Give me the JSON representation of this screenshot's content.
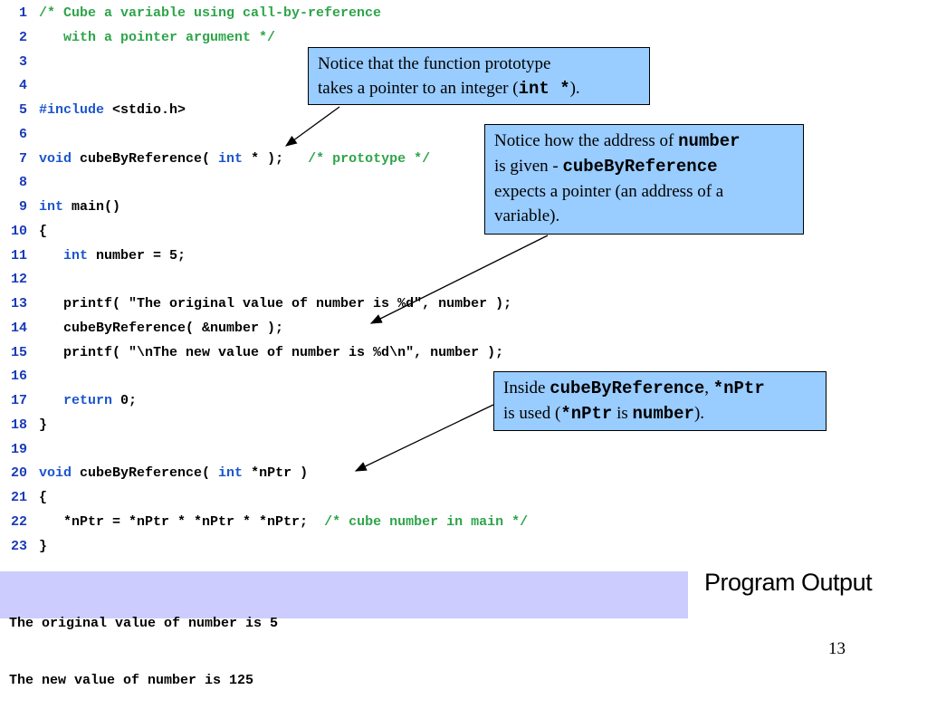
{
  "code_lines": [
    {
      "num": "1",
      "parts": [
        {
          "t": "/* Cube a variable using call-by-reference",
          "c": "cm"
        }
      ]
    },
    {
      "num": "2",
      "parts": [
        {
          "t": "   with a pointer argument */",
          "c": "cm"
        }
      ]
    },
    {
      "num": "3",
      "parts": []
    },
    {
      "num": "4",
      "parts": []
    },
    {
      "num": "5",
      "parts": [
        {
          "t": "#include",
          "c": "kw"
        },
        {
          "t": " <stdio.h>",
          "c": ""
        }
      ]
    },
    {
      "num": "6",
      "parts": []
    },
    {
      "num": "7",
      "parts": [
        {
          "t": "void",
          "c": "kw"
        },
        {
          "t": " cubeByReference( ",
          "c": ""
        },
        {
          "t": "int",
          "c": "kw"
        },
        {
          "t": " * );   ",
          "c": ""
        },
        {
          "t": "/* prototype */",
          "c": "cm"
        }
      ]
    },
    {
      "num": "8",
      "parts": []
    },
    {
      "num": "9",
      "parts": [
        {
          "t": "int",
          "c": "kw"
        },
        {
          "t": " main()",
          "c": ""
        }
      ]
    },
    {
      "num": "10",
      "parts": [
        {
          "t": "{",
          "c": ""
        }
      ]
    },
    {
      "num": "11",
      "parts": [
        {
          "t": "   ",
          "c": ""
        },
        {
          "t": "int",
          "c": "kw"
        },
        {
          "t": " number = 5;",
          "c": ""
        }
      ]
    },
    {
      "num": "12",
      "parts": []
    },
    {
      "num": "13",
      "parts": [
        {
          "t": "   printf( \"The original value of number is %d\", number );",
          "c": ""
        }
      ]
    },
    {
      "num": "14",
      "parts": [
        {
          "t": "   cubeByReference( &number );",
          "c": ""
        }
      ]
    },
    {
      "num": "15",
      "parts": [
        {
          "t": "   printf( \"\\nThe new value of number is %d\\n\", number );",
          "c": ""
        }
      ]
    },
    {
      "num": "16",
      "parts": []
    },
    {
      "num": "17",
      "parts": [
        {
          "t": "   ",
          "c": ""
        },
        {
          "t": "return",
          "c": "kw"
        },
        {
          "t": " 0;",
          "c": ""
        }
      ]
    },
    {
      "num": "18",
      "parts": [
        {
          "t": "}",
          "c": ""
        }
      ]
    },
    {
      "num": "19",
      "parts": []
    },
    {
      "num": "20",
      "parts": [
        {
          "t": "void",
          "c": "kw"
        },
        {
          "t": " cubeByReference( ",
          "c": ""
        },
        {
          "t": "int",
          "c": "kw"
        },
        {
          "t": " *nPtr )",
          "c": ""
        }
      ]
    },
    {
      "num": "21",
      "parts": [
        {
          "t": "{",
          "c": ""
        }
      ]
    },
    {
      "num": "22",
      "parts": [
        {
          "t": "   *nPtr = *nPtr * *nPtr * *nPtr;  ",
          "c": ""
        },
        {
          "t": "/* cube number in main */",
          "c": "cm"
        }
      ]
    },
    {
      "num": "23",
      "parts": [
        {
          "t": "}",
          "c": ""
        }
      ]
    }
  ],
  "callouts": {
    "prototype": {
      "text1": "Notice that the function prototype",
      "text2": "takes a pointer to an integer (",
      "code": "int *",
      "text3": ")."
    },
    "address": {
      "text1": "Notice how the address of ",
      "code1": "number",
      "text2": "is given - ",
      "code2": "cubeByReference",
      "text3": "expects a pointer (an address of a",
      "text4": "variable)."
    },
    "inside": {
      "text1": "Inside ",
      "code1": "cubeByReference",
      "text2": ", ",
      "code2": "*nPtr",
      "text3": "is used (",
      "code3": "*nPtr",
      "text4": " is ",
      "code4": "number",
      "text5": ")."
    }
  },
  "output": {
    "lines": [
      "The original value of number is 5",
      "The new value of number is 125"
    ],
    "label": "Program Output"
  },
  "page_number": "13"
}
